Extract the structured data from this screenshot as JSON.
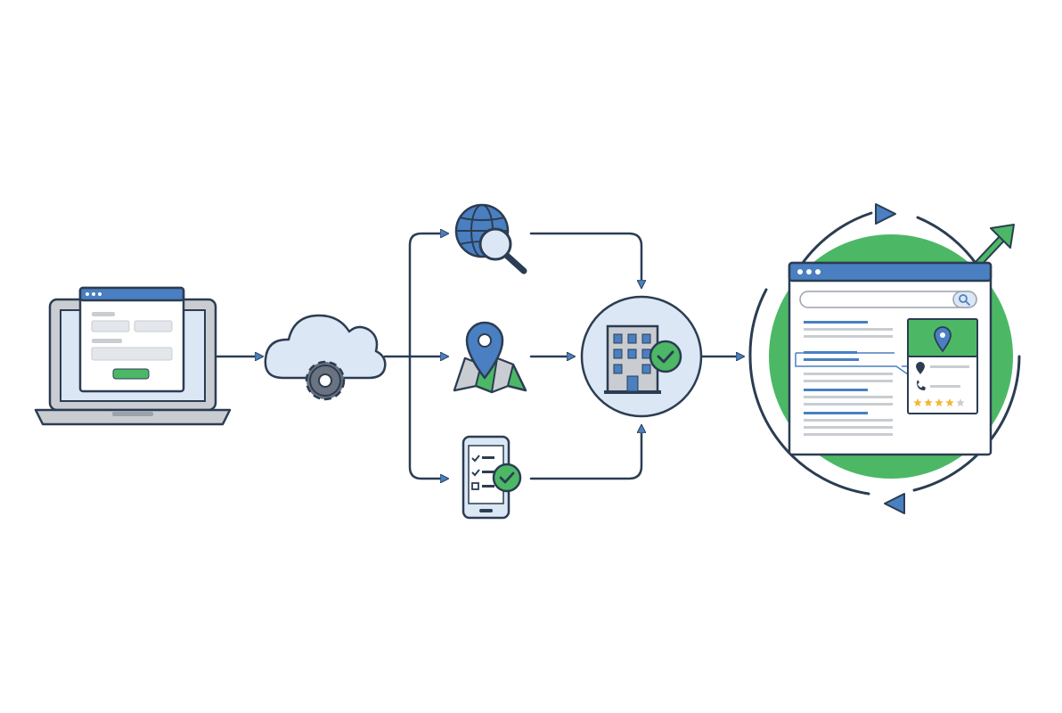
{
  "colors": {
    "outline": "#2b3d52",
    "blue": "#4a7fc1",
    "light_blue": "#dbe7f5",
    "green": "#4cb866",
    "gray": "#c9cdd2",
    "dark_gray": "#6b7280",
    "star": "#f2b632",
    "white": "#ffffff"
  },
  "nodes": [
    {
      "id": "laptop-form",
      "icon": "laptop-form-icon"
    },
    {
      "id": "cloud-processing",
      "icon": "cloud-gear-icon"
    },
    {
      "id": "web-search",
      "icon": "globe-search-icon"
    },
    {
      "id": "map-location",
      "icon": "map-pin-icon"
    },
    {
      "id": "mobile-checklist",
      "icon": "phone-checklist-icon"
    },
    {
      "id": "verified-business",
      "icon": "building-check-icon"
    },
    {
      "id": "search-result-listing",
      "icon": "browser-listing-icon"
    }
  ],
  "listing": {
    "rating_filled": 4,
    "rating_max": 5
  }
}
